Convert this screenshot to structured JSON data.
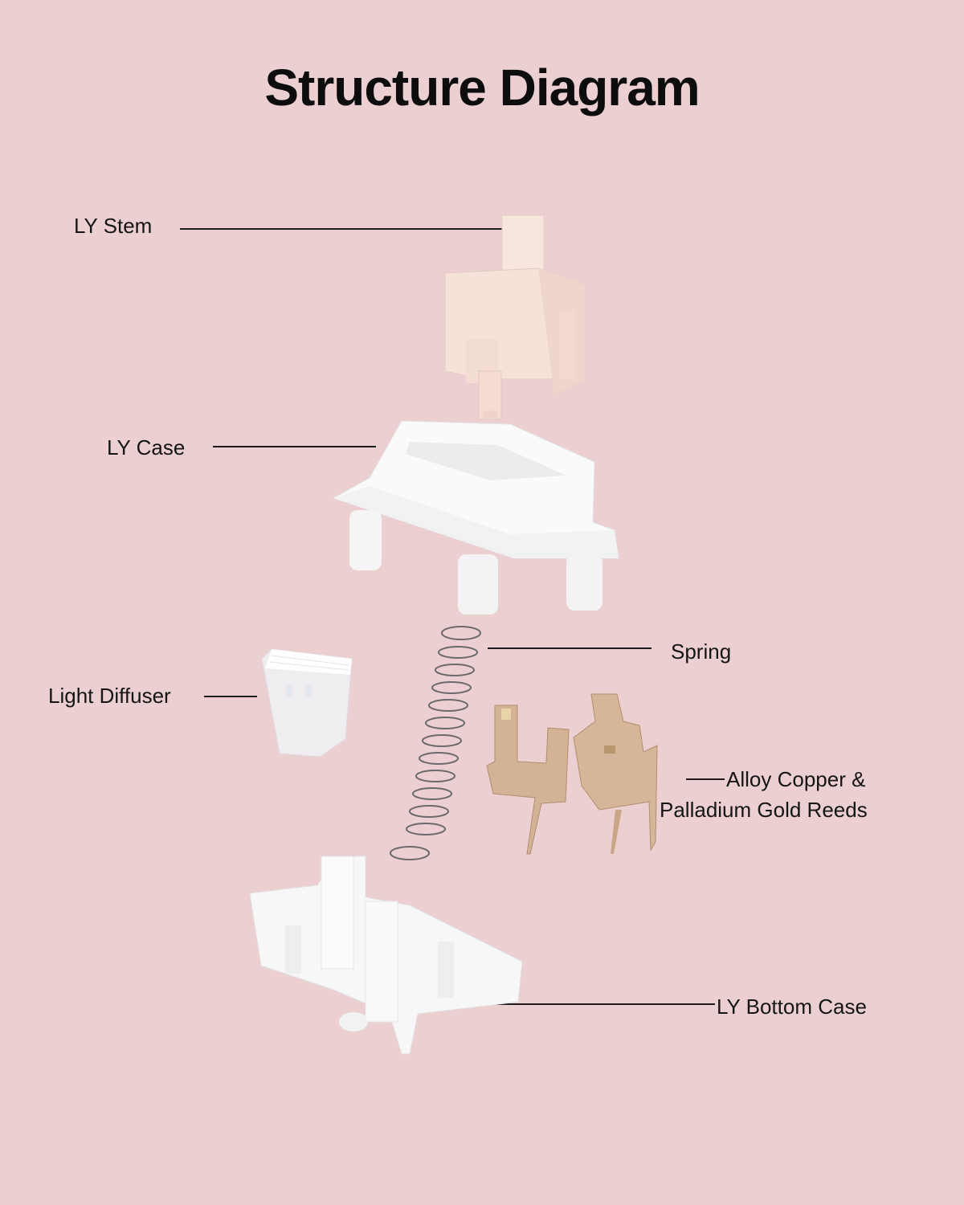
{
  "title": "Structure Diagram",
  "labels": {
    "stem": "LY Stem",
    "case": "LY Case",
    "spring": "Spring",
    "diffuser": "Light Diffuser",
    "reeds_line1": "Alloy Copper &",
    "reeds_line2": "Palladium Gold Reeds",
    "bottom_case": "LY Bottom Case"
  },
  "colors": {
    "background": "#ebcfd1",
    "stem": "#f6e4dc",
    "case": "#f7f7f7",
    "reeds": "#c9a88a",
    "spring": "#6b6b6b",
    "diffuser": "#eef0f4"
  }
}
